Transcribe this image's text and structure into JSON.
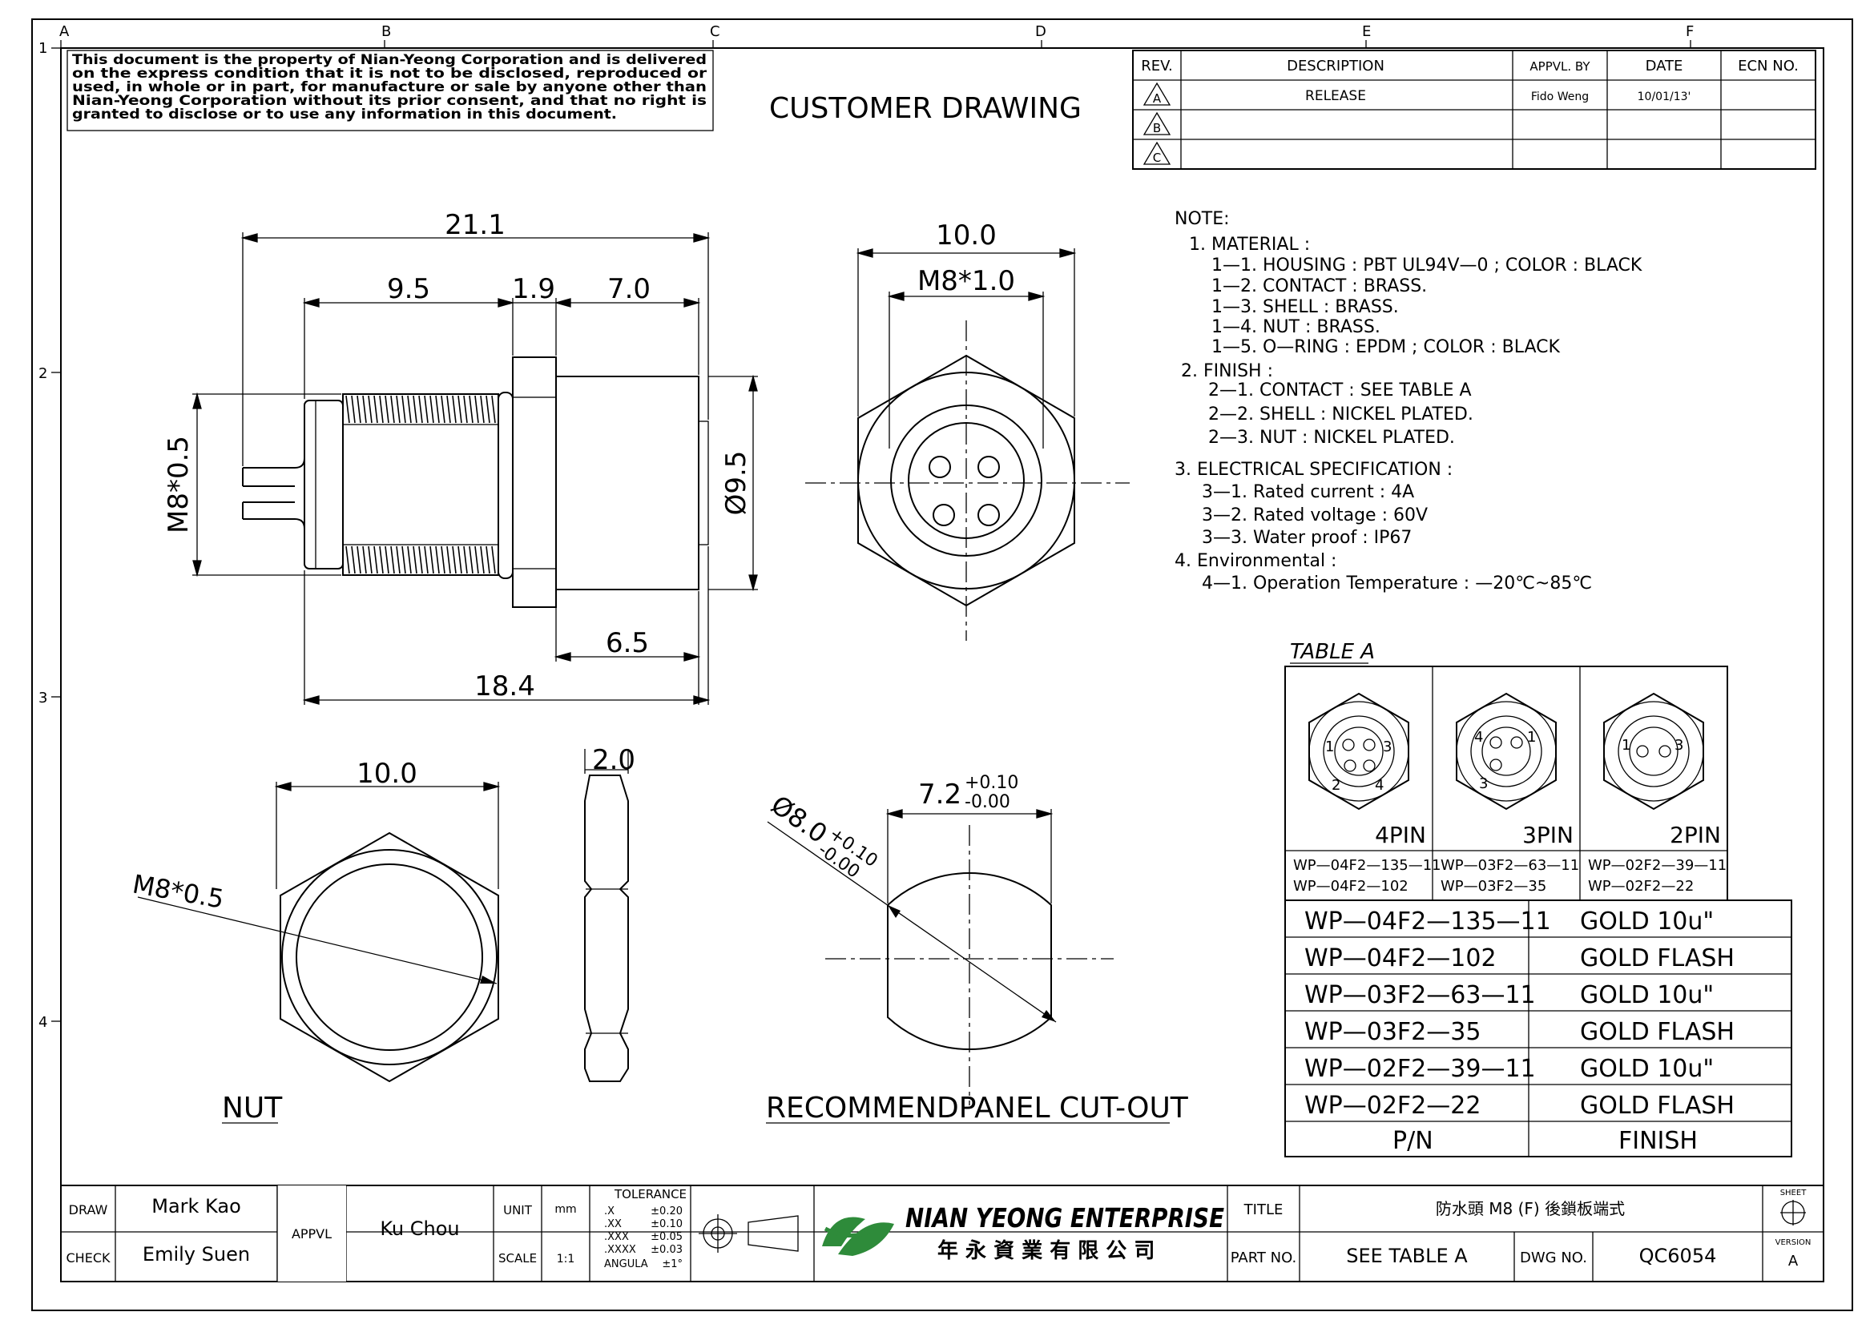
{
  "zones": {
    "letters": [
      "A",
      "B",
      "C",
      "D",
      "E",
      "F"
    ],
    "numbers": [
      "1",
      "2",
      "3",
      "4"
    ]
  },
  "notice": [
    "This document is the property of Nian-Yeong Corporation and is delivered",
    "on  the  express condition that it is not to be disclosed, reproduced or",
    "used, in whole or in part, for manufacture or sale by anyone other than",
    "Nian-Yeong Corporation without  its prior consent, and that  no right  is",
    "granted to disclose or to use any information in this  document."
  ],
  "heading": "CUSTOMER DRAWING",
  "revision_table": {
    "headers": [
      "REV.",
      "DESCRIPTION",
      "APPVL. BY",
      "DATE",
      "ECN NO."
    ],
    "rows": [
      {
        "rev": "A",
        "description": "RELEASE",
        "appvl_by": "Fido Weng",
        "date": "10/01/13'",
        "ecn": ""
      },
      {
        "rev": "B",
        "description": "",
        "appvl_by": "",
        "date": "",
        "ecn": ""
      },
      {
        "rev": "C",
        "description": "",
        "appvl_by": "",
        "date": "",
        "ecn": ""
      }
    ]
  },
  "dimensions": {
    "side": {
      "overall": "21.1",
      "thread_len": "9.5",
      "nut_thk": "1.9",
      "body_len": "7.0",
      "thread": "M8*0.5",
      "dia": "Ø9.5",
      "shoulder": "6.5",
      "base_len": "18.4"
    },
    "front": {
      "width": "10.0",
      "thread": "M8*1.0"
    },
    "nut": {
      "width": "10.0",
      "thread": "M8*0.5",
      "thickness": "2.0",
      "label": "NUT"
    },
    "cutout": {
      "width": "7.2",
      "width_tol_plus": "+0.10",
      "width_tol_minus": "-0.00",
      "dia": "Ø8.0",
      "dia_tol_plus": "+0.10",
      "dia_tol_minus": "-0.00",
      "label": "RECOMMENDPANEL CUT-OUT"
    }
  },
  "notes": [
    "NOTE:",
    "1. MATERIAL :",
    "1—1. HOUSING : PBT UL94V—0 ; COLOR : BLACK",
    "1—2. CONTACT : BRASS.",
    "1—3. SHELL : BRASS.",
    "1—4. NUT : BRASS.",
    "1—5. O—RING : EPDM ; COLOR : BLACK",
    "2. FINISH :",
    "2—1. CONTACT : SEE TABLE A",
    "2—2. SHELL : NICKEL PLATED.",
    "2—3. NUT : NICKEL PLATED.",
    "3. ELECTRICAL SPECIFICATION :",
    "3—1. Rated current : 4A",
    "3—2. Rated voltage : 60V",
    "3—3. Water proof : IP67",
    "4. Environmental :",
    "4—1. Operation Temperature : —20℃~85℃"
  ],
  "table_a": {
    "title": "TABLE A",
    "pins": [
      {
        "label": "4PIN",
        "parts": [
          "WP—04F2—135—11",
          "WP—04F2—102"
        ],
        "numbers": [
          "1",
          "3",
          "2",
          "4"
        ]
      },
      {
        "label": "3PIN",
        "parts": [
          "WP—03F2—63—11",
          "WP—03F2—35"
        ],
        "numbers": [
          "4",
          "1",
          "3"
        ]
      },
      {
        "label": "2PIN",
        "parts": [
          "WP—02F2—39—11",
          "WP—02F2—22"
        ],
        "numbers": [
          "1",
          "3"
        ]
      }
    ],
    "finish_rows": [
      {
        "pn": "WP—04F2—135—11",
        "finish": "GOLD 10u\""
      },
      {
        "pn": "WP—04F2—102",
        "finish": "GOLD FLASH"
      },
      {
        "pn": "WP—03F2—63—11",
        "finish": "GOLD 10u\""
      },
      {
        "pn": "WP—03F2—35",
        "finish": "GOLD FLASH"
      },
      {
        "pn": "WP—02F2—39—11",
        "finish": "GOLD 10u\""
      },
      {
        "pn": "WP—02F2—22",
        "finish": "GOLD FLASH"
      }
    ],
    "footer": {
      "pn": "P/N",
      "finish": "FINISH"
    }
  },
  "title_block": {
    "draw_label": "DRAW",
    "draw": "Mark Kao",
    "check_label": "CHECK",
    "check": "Emily Suen",
    "appvl_label": "APPVL",
    "appvl": "Ku Chou",
    "unit_label": "UNIT",
    "unit": "mm",
    "scale_label": "SCALE",
    "scale": "1:1",
    "tolerance_title": "TOLERANCE",
    "tolerance": [
      {
        "k": ".X",
        "v": "±0.20"
      },
      {
        "k": ".XX",
        "v": "±0.10"
      },
      {
        "k": ".XXX",
        "v": "±0.05"
      },
      {
        "k": ".XXXX",
        "v": "±0.03"
      },
      {
        "k": "ANGULA",
        "v": "±1°"
      }
    ],
    "company_en": "NIAN YEONG ENTERPRISE",
    "company_zh": "年 永 資 業 有 限 公 司",
    "title_label": "TITLE",
    "title": "防水頭  M8  (F)  後鎖板端式",
    "part_label": "PART NO.",
    "part": "SEE TABLE A",
    "dwg_label": "DWG NO.",
    "dwg": "QC6054",
    "sheet_label": "SHEET",
    "version_label": "VERSION",
    "version": "A"
  }
}
